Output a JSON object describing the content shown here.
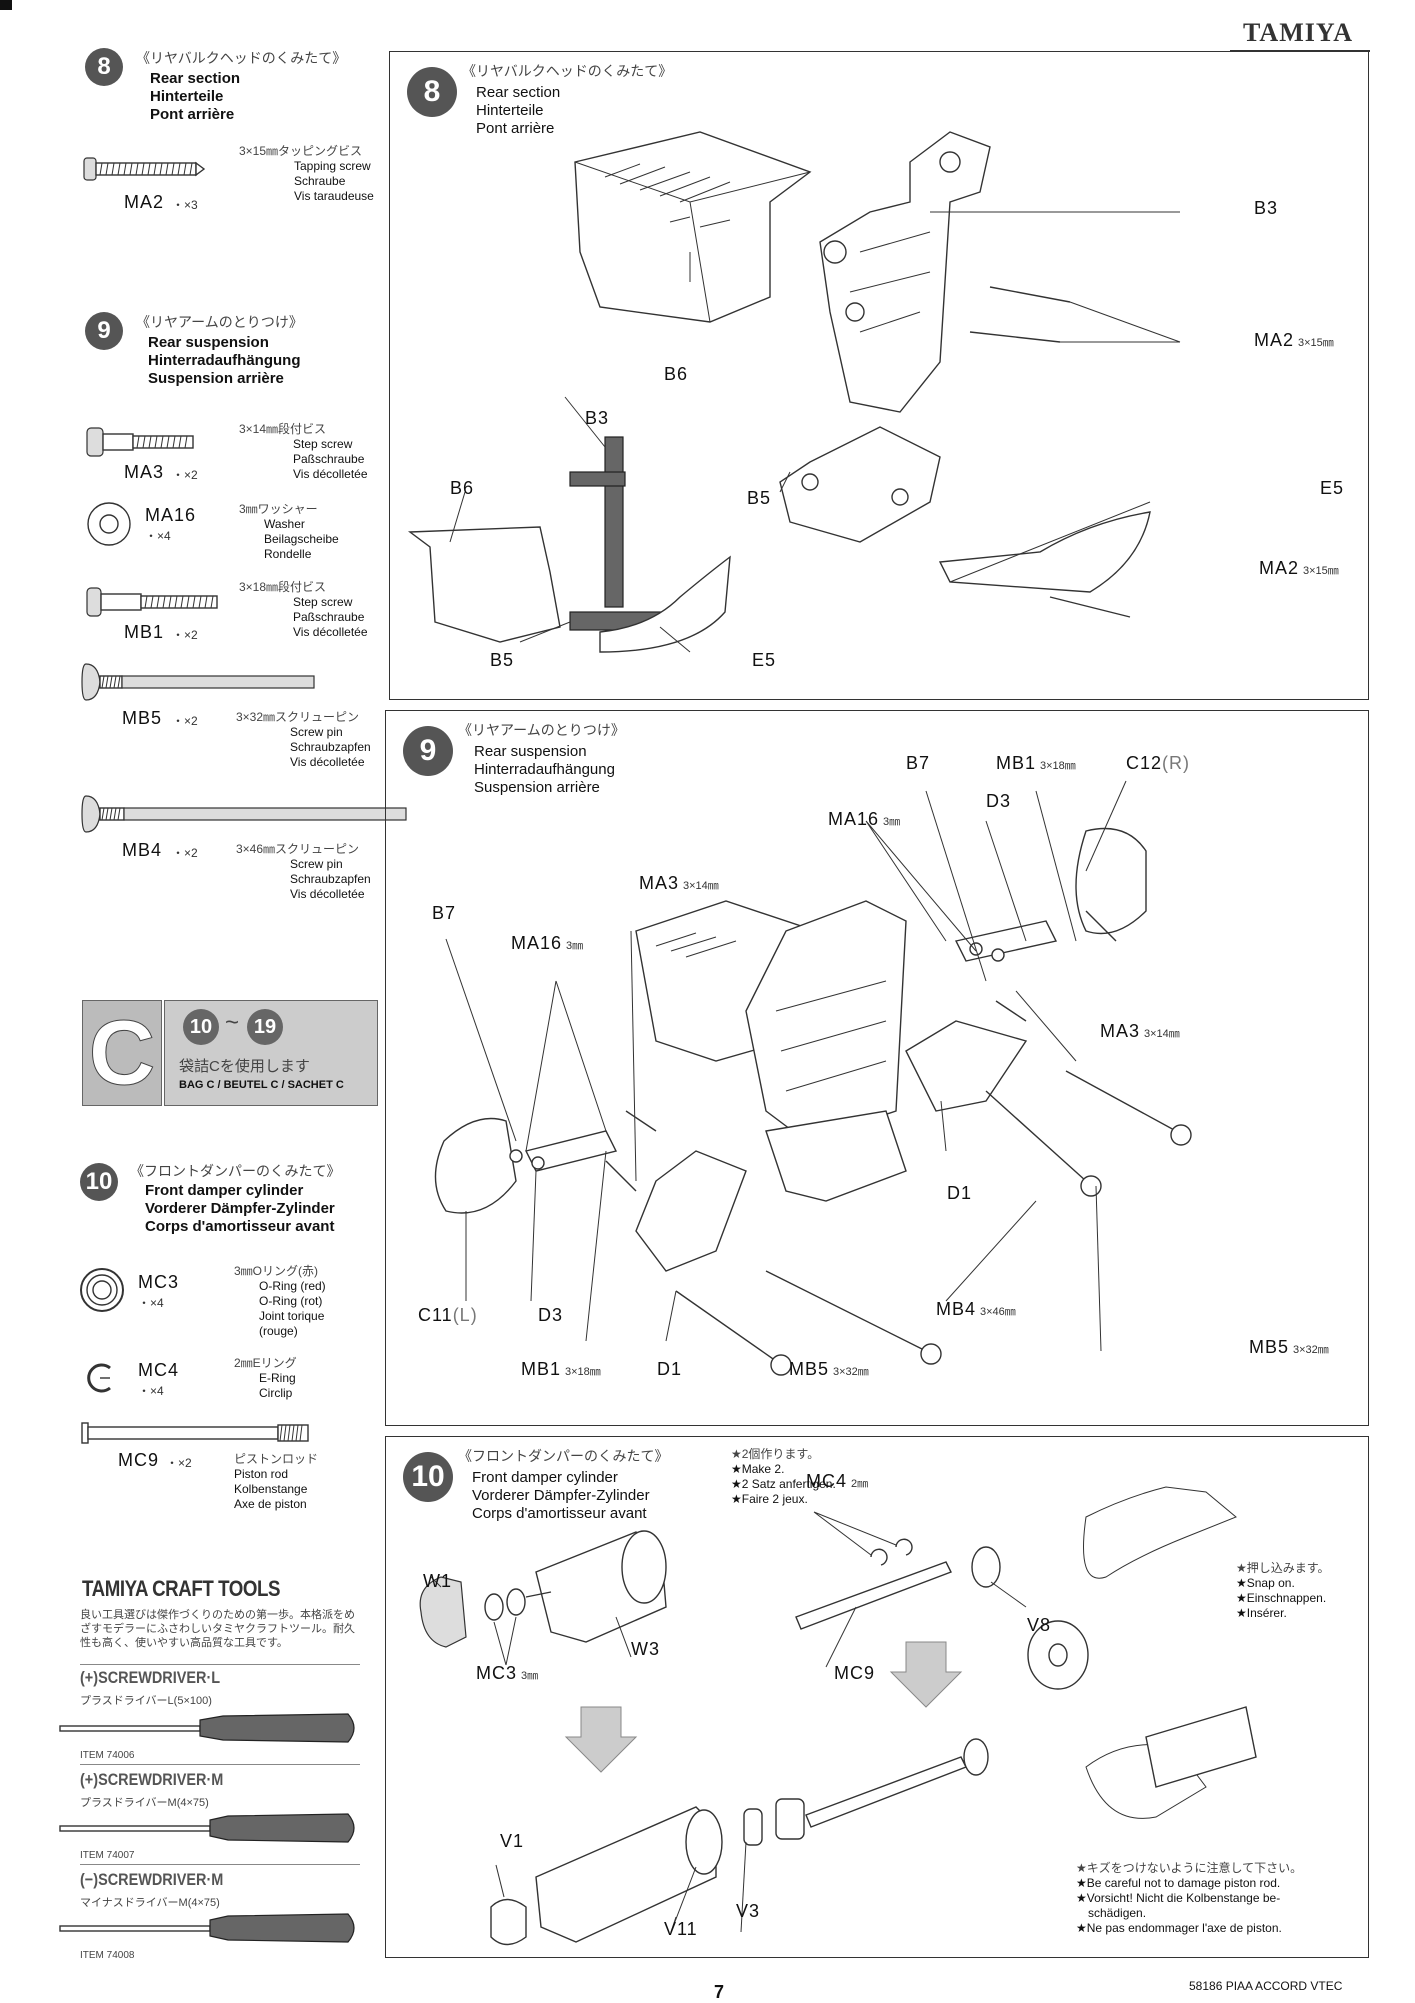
{
  "brand": "TAMIYA",
  "page_number": "7",
  "footer_model": "58186 PIAA ACCORD VTEC",
  "sidebar": {
    "step8": {
      "num": "8",
      "jp": "《リヤバルクヘッドのくみたて》",
      "en": "Rear section",
      "de": "Hinterteile",
      "fr": "Pont arrière",
      "parts": [
        {
          "code": "MA2",
          "qty": "・×3",
          "jp": "3×15㎜タッピングビス",
          "en": "Tapping screw",
          "de": "Schraube",
          "fr": "Vis taraudeuse"
        }
      ]
    },
    "step9": {
      "num": "9",
      "jp": "《リヤアームのとりつけ》",
      "en": "Rear suspension",
      "de": "Hinterradaufhängung",
      "fr": "Suspension arrière",
      "parts": [
        {
          "code": "MA3",
          "qty": "・×2",
          "jp": "3×14㎜段付ビス",
          "en": "Step screw",
          "de": "Paßschraube",
          "fr": "Vis décolletée"
        },
        {
          "code": "MA16",
          "qty": "・×4",
          "jp": "3㎜ワッシャー",
          "en": "Washer",
          "de": "Beilagscheibe",
          "fr": "Rondelle"
        },
        {
          "code": "MB1",
          "qty": "・×2",
          "jp": "3×18㎜段付ビス",
          "en": "Step screw",
          "de": "Paßschraube",
          "fr": "Vis décolletée"
        },
        {
          "code": "MB5",
          "qty": "・×2",
          "jp": "3×32㎜スクリューピン",
          "en": "Screw pin",
          "de": "Schraubzapfen",
          "fr": "Vis décolletée"
        },
        {
          "code": "MB4",
          "qty": "・×2",
          "jp": "3×46㎜スクリューピン",
          "en": "Screw pin",
          "de": "Schraubzapfen",
          "fr": "Vis décolletée"
        }
      ]
    },
    "bag": {
      "letter": "C",
      "range_from": "10",
      "range_sep": "~",
      "range_to": "19",
      "jp": "袋詰Cを使用します",
      "multi": "BAG C / BEUTEL C / SACHET C"
    },
    "step10": {
      "num": "10",
      "jp": "《フロントダンパーのくみたて》",
      "en": "Front damper cylinder",
      "de": "Vorderer Dämpfer-Zylinder",
      "fr": "Corps d'amortisseur avant",
      "parts": [
        {
          "code": "MC3",
          "qty": "・×4",
          "jp": "3㎜Oリング(赤)",
          "en": "O-Ring (red)",
          "de": "O-Ring (rot)",
          "fr": "Joint torique",
          "fr2": "(rouge)"
        },
        {
          "code": "MC4",
          "qty": "・×4",
          "jp": "2㎜Eリング",
          "en": "E-Ring",
          "de": "Circlip",
          "fr": ""
        },
        {
          "code": "MC9",
          "qty": "・×2",
          "jp": "ピストンロッド",
          "en": "Piston rod",
          "de": "Kolbenstange",
          "fr": "Axe de piston"
        }
      ]
    },
    "tools": {
      "title": "TAMIYA CRAFT TOOLS",
      "desc": "良い工具選びは傑作づくりのための第一歩。本格派をめざすモデラーにふさわしいタミヤクラフトツール。耐久性も高く、使いやすい高品質な工具です。",
      "items": [
        {
          "name": "(+)SCREWDRIVER·L",
          "jp": "プラスドライバーL(5×100)",
          "item": "ITEM 74006"
        },
        {
          "name": "(+)SCREWDRIVER·M",
          "jp": "プラスドライバーM(4×75)",
          "item": "ITEM 74007"
        },
        {
          "name": "(−)SCREWDRIVER·M",
          "jp": "マイナスドライバーM(4×75)",
          "item": "ITEM 74008"
        }
      ]
    }
  },
  "panel8": {
    "num": "8",
    "jp": "《リヤバルクヘッドのくみたて》",
    "en": "Rear section",
    "de": "Hinterteile",
    "fr": "Pont arrière",
    "labels": {
      "b3": "B3",
      "ma2a": "MA2",
      "ma2a_size": "3×15㎜",
      "b6": "B6",
      "b5": "B5",
      "e5": "E5",
      "ma2b": "MA2",
      "ma2b_size": "3×15㎜",
      "inset_b3": "B3",
      "inset_b6": "B6",
      "inset_b5": "B5",
      "inset_e5": "E5"
    }
  },
  "panel9": {
    "num": "9",
    "jp": "《リヤアームのとりつけ》",
    "en": "Rear suspension",
    "de": "Hinterradaufhängung",
    "fr": "Suspension arrière",
    "labels": {
      "b7r": "B7",
      "mb1r": "MB1",
      "mb1r_size": "3×18㎜",
      "c12": "C12",
      "c12_side": "(R)",
      "d3r": "D3",
      "ma16r": "MA16",
      "ma16r_size": "3㎜",
      "ma3c": "MA3",
      "ma3c_size": "3×14㎜",
      "b7l": "B7",
      "ma16l": "MA16",
      "ma16l_size": "3㎜",
      "ma3r": "MA3",
      "ma3r_size": "3×14㎜",
      "d1r": "D1",
      "c11": "C11",
      "c11_side": "(L)",
      "d3l": "D3",
      "mb4": "MB4",
      "mb4_size": "3×46㎜",
      "mb1l": "MB1",
      "mb1l_size": "3×18㎜",
      "d1l": "D1",
      "mb5l": "MB5",
      "mb5l_size": "3×32㎜",
      "mb5r": "MB5",
      "mb5r_size": "3×32㎜"
    }
  },
  "panel10": {
    "num": "10",
    "jp": "《フロントダンパーのくみたて》",
    "en": "Front damper cylinder",
    "de": "Vorderer Dämpfer-Zylinder",
    "fr": "Corps d'amortisseur avant",
    "make2": [
      "★2個作ります。",
      "★Make 2.",
      "★2 Satz anfertigen.",
      "★Faire 2 jeux."
    ],
    "snap": [
      "★押し込みます。",
      "★Snap on.",
      "★Einschnappen.",
      "★Insérer."
    ],
    "careful": [
      "★キズをつけないように注意して下さい。",
      "★Be careful not to damage piston rod.",
      "★Vorsicht! Nicht die Kolbenstange be-",
      "schädigen.",
      "★Ne pas endommager l'axe de piston."
    ],
    "labels": {
      "w1": "W1",
      "mc3": "MC3",
      "mc3_size": "3㎜",
      "w3": "W3",
      "mc4": "MC4",
      "mc4_size": "2㎜",
      "v8": "V8",
      "mc9": "MC9",
      "v1": "V1",
      "v11": "V11",
      "v3": "V3"
    }
  }
}
